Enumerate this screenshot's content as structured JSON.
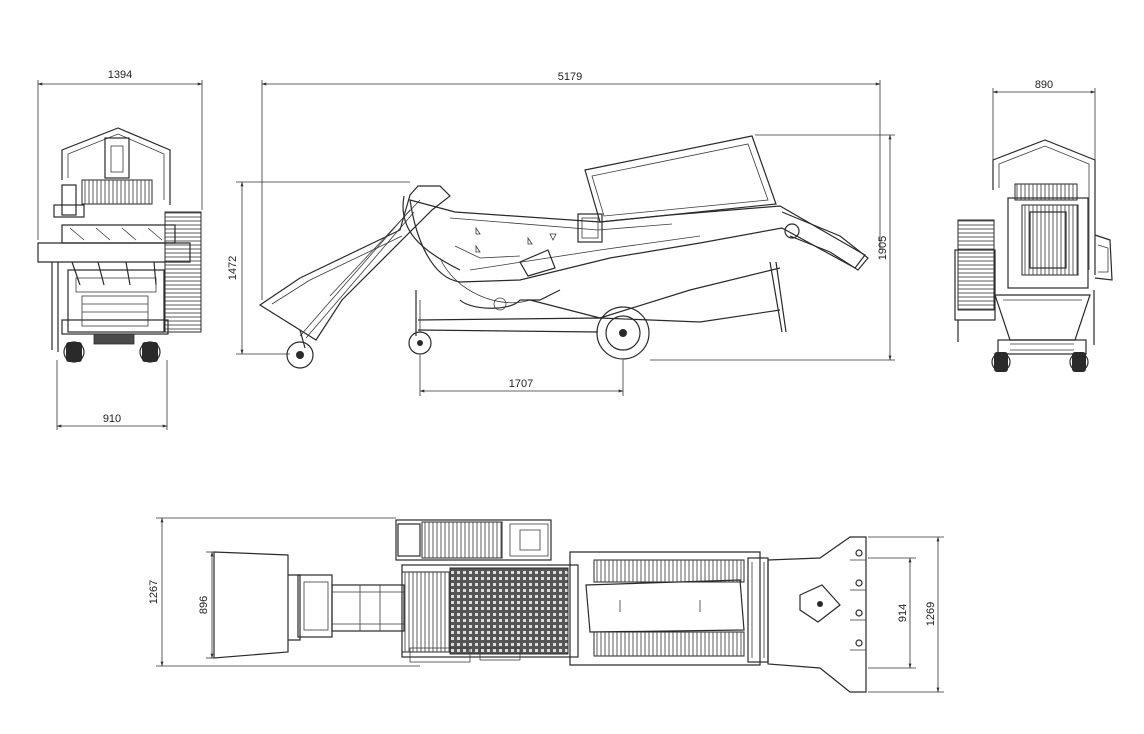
{
  "dimensions": {
    "front_total_width": "1394",
    "front_track_width": "910",
    "side_total_length": "5179",
    "side_left_height": "1472",
    "side_total_height": "1905",
    "side_wheelbase": "1707",
    "rear_width": "890",
    "top_left_width": "1267",
    "top_inner_width_left": "896",
    "top_inner_width_right": "914",
    "top_right_width": "1269"
  },
  "colors": {
    "line": "#2a2a2a",
    "background": "#ffffff",
    "fill_dark": "#4a4a4a"
  }
}
